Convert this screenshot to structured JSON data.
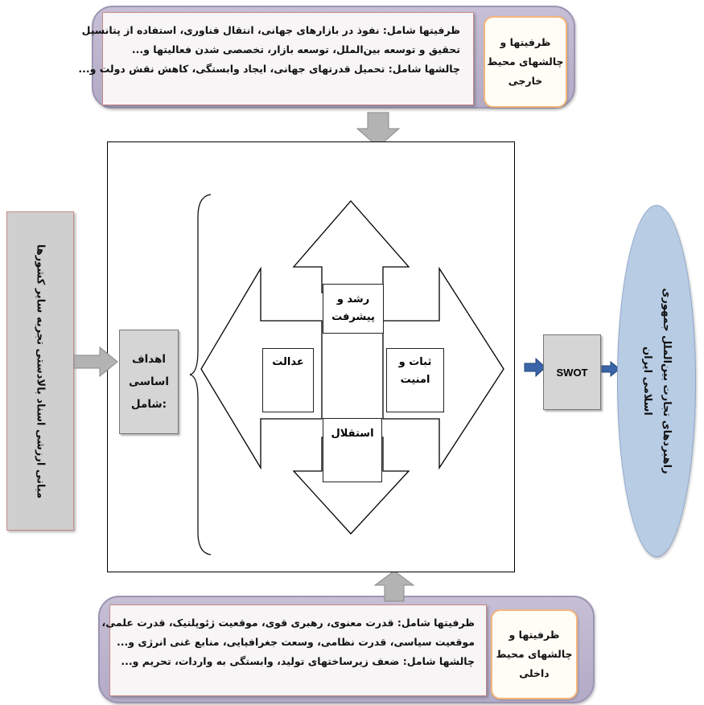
{
  "top": {
    "lines": [
      "ظرفیتها شامل: نفوذ در بازارهای جهانی، انتقال فناوری، استفاده از پتانسیل",
      "تحقیق و توسعه بین‌الملل، توسعه بازار، تخصصی شدن فعالیتها و...",
      "چالشها شامل: تحمیل قدرتهای جهانی، ایجاد وابستگی، کاهش نقش دولت و..."
    ],
    "label_lines": [
      "ظرفیتها و",
      "چالشهای محیط",
      "خارجی"
    ]
  },
  "bottom": {
    "lines": [
      "ظرفیتها شامل: قدرت معنوی، رهبری قوی، موقعیت ژئوپلتیک، قدرت علمی،",
      "موقعیت سیاسی، قدرت نظامی، وسعت جغرافیایی، منابع غنی انرژی و...",
      "چالشها شامل: ضعف زیرساختهای تولید، وابستگی به واردات، تحریم و..."
    ],
    "label_lines": [
      "ظرفیتها و",
      "چالشهای محیط",
      "داخلی"
    ]
  },
  "left": {
    "text": "مبانی ارزشی اسناد بالادستی تجربه سایر کشورها"
  },
  "goals": {
    "lines": [
      "اهداف",
      "اساسی",
      ":شامل"
    ]
  },
  "arrows": {
    "up": [
      "رشد و",
      "پیشرفت"
    ],
    "left": [
      "عدالت"
    ],
    "right": [
      "ثبات و",
      "امنیت"
    ],
    "down": [
      "استقلال"
    ]
  },
  "swot": {
    "label": "SWOT"
  },
  "right": {
    "lines": [
      "راهبردهای تجارت بین‌الملل جمهوری",
      "اسلامی ایران"
    ]
  },
  "colors": {
    "panel": "#bdb6cf",
    "card_border": "#c98a8a",
    "pill_border": "#f5b67a",
    "gray_box": "#d5d5d5",
    "ellipse": "#b8cce4",
    "connector_arrow": "#3a65a8"
  }
}
